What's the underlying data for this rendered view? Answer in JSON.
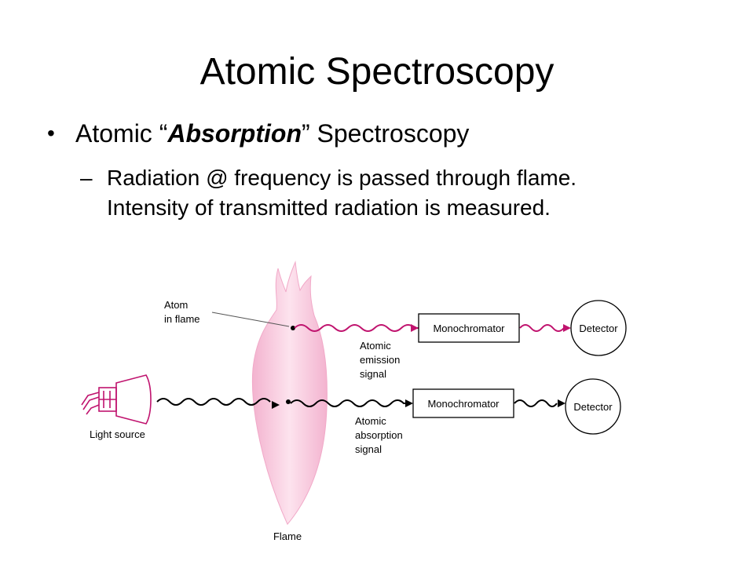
{
  "slide": {
    "title": "Atomic Spectroscopy",
    "bullet": {
      "symbol": "•",
      "prefix": "Atomic “",
      "emphasis": "Absorption",
      "suffix": "” Spectroscopy"
    },
    "sub_bullet": {
      "symbol": "–",
      "line1": "Radiation @ frequency is passed through flame.",
      "line2": "Intensity of transmitted radiation is measured."
    }
  },
  "diagram": {
    "labels": {
      "atom_line1": "Atom",
      "atom_line2": "in flame",
      "light_source": "Light source",
      "flame": "Flame",
      "emission_line1": "Atomic",
      "emission_line2": "emission",
      "emission_line3": "signal",
      "absorption_line1": "Atomic",
      "absorption_line2": "absorption",
      "absorption_line3": "signal",
      "monochromator_top": "Monochromator",
      "monochromator_bottom": "Monochromator",
      "detector_top": "Detector",
      "detector_bottom": "Detector"
    },
    "colors": {
      "flame_fill": "#f7c6dc",
      "emission_wave": "#c0136e",
      "lamp": "#c0136e",
      "absorption_wave": "#000000"
    }
  }
}
